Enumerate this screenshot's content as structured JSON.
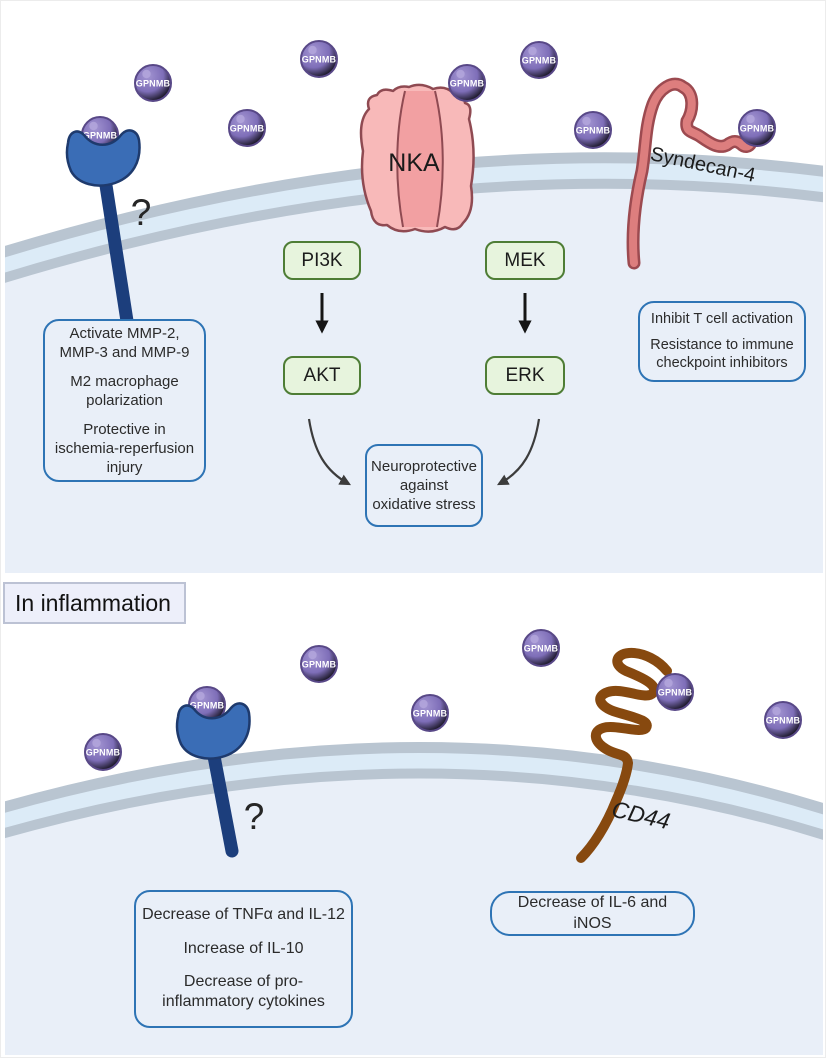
{
  "molecule": {
    "label": "GPNMB"
  },
  "signaling_panel": {
    "unknown_receptor": {
      "label": "?"
    },
    "nka": {
      "label": "NKA"
    },
    "syndecan4": {
      "label": "Syndecan-4"
    },
    "pathway": {
      "pi3k": "PI3K",
      "mek": "MEK",
      "akt": "AKT",
      "erk": "ERK"
    },
    "left_box": {
      "lines": [
        "Activate MMP-2, MMP-3 and MMP-9",
        "M2 macrophage polarization",
        "Protective in ischemia-reperfusion injury"
      ]
    },
    "right_box": {
      "lines": [
        "Inhibit T cell activation",
        "Resistance to immune checkpoint inhibitors"
      ]
    },
    "center_box": {
      "text": "Neuroprotective against oxidative stress"
    }
  },
  "divider": {
    "label": "In inflammation"
  },
  "inflammation_panel": {
    "unknown_receptor": {
      "label": "?"
    },
    "cd44": {
      "label": "CD44"
    },
    "left_box": {
      "lines": [
        "Decrease of TNFα and IL-12",
        "Increase of IL-10",
        "Decrease of pro-inflammatory cytokines"
      ]
    },
    "right_box": {
      "text": "Decrease of IL-6 and iNOS"
    }
  },
  "colors": {
    "gpnmb_purple": "#7e6eb8",
    "membrane_gray": "#b9c5d1",
    "membrane_mid": "#dcebf7",
    "cell_interior": "#e9eff8",
    "receptor_blue": "#3a6db6",
    "receptor_stem_blue": "#1c3e7c",
    "nka_pink": "#f8b9b9",
    "nka_center_pink": "#f2a0a2",
    "nka_outline": "#8f4a52",
    "syndecan_red": "#dd7e7e",
    "cd44_brown": "#87490f",
    "info_border_blue": "#2e74b5",
    "green_fill": "#e7f4dd",
    "green_border": "#4e7d35"
  }
}
